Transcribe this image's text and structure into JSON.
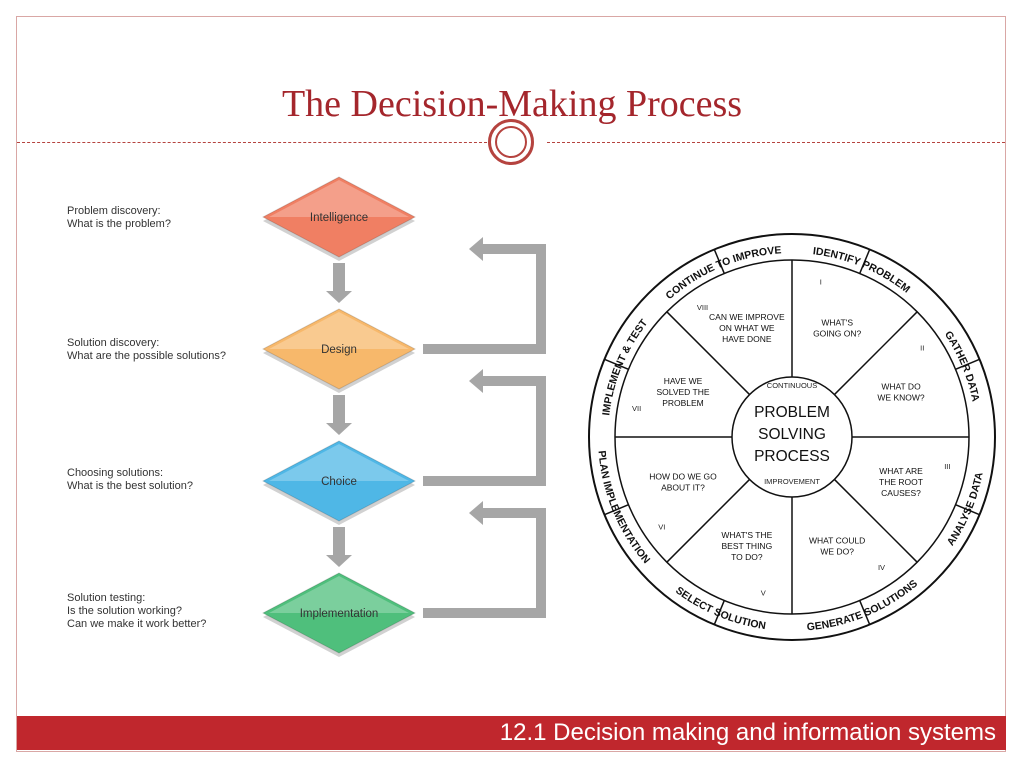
{
  "slide": {
    "title": "The Decision-Making Process",
    "footer": "12.1 Decision making and information systems"
  },
  "flow": {
    "stages": [
      {
        "label": "Intelligence",
        "desc": [
          "Problem discovery:",
          "What is the problem?"
        ],
        "color": "#f07f63"
      },
      {
        "label": "Design",
        "desc": [
          "Solution discovery:",
          "What are the possible solutions?"
        ],
        "color": "#f7b86b"
      },
      {
        "label": "Choice",
        "desc": [
          "Choosing solutions:",
          "What is the best solution?"
        ],
        "color": "#4fb7e6"
      },
      {
        "label": "Implementation",
        "desc": [
          "Solution testing:",
          "Is the solution working?",
          "Can we make it work better?"
        ],
        "color": "#4fbf7c"
      }
    ]
  },
  "wheel": {
    "center": {
      "top": "CONTINUOUS",
      "main": [
        "PROBLEM",
        "SOLVING",
        "PROCESS"
      ],
      "bottom": "IMPROVEMENT"
    },
    "ring_labels": [
      "IDENTIFY PROBLEM",
      "GATHER DATA",
      "ANALYSE DATA",
      "GENERATE SOLUTIONS",
      "SELECT SOLUTION",
      "PLAN IMPLEMENTATION",
      "IMPLEMENT & TEST",
      "CONTINUE TO IMPROVE"
    ],
    "segments": [
      {
        "numeral": "I",
        "lines": [
          "WHAT'S",
          "GOING ON?"
        ]
      },
      {
        "numeral": "II",
        "lines": [
          "WHAT DO",
          "WE KNOW?"
        ]
      },
      {
        "numeral": "III",
        "lines": [
          "WHAT ARE",
          "THE ROOT",
          "CAUSES?"
        ]
      },
      {
        "numeral": "IV",
        "lines": [
          "WHAT COULD",
          "WE DO?"
        ]
      },
      {
        "numeral": "V",
        "lines": [
          "WHAT'S THE",
          "BEST THING",
          "TO DO?"
        ]
      },
      {
        "numeral": "VI",
        "lines": [
          "HOW DO WE GO",
          "ABOUT IT?"
        ]
      },
      {
        "numeral": "VII",
        "lines": [
          "HAVE WE",
          "SOLVED THE",
          "PROBLEM"
        ]
      },
      {
        "numeral": "VIII",
        "lines": [
          "CAN WE IMPROVE",
          "ON WHAT WE",
          "HAVE DONE"
        ]
      }
    ]
  }
}
